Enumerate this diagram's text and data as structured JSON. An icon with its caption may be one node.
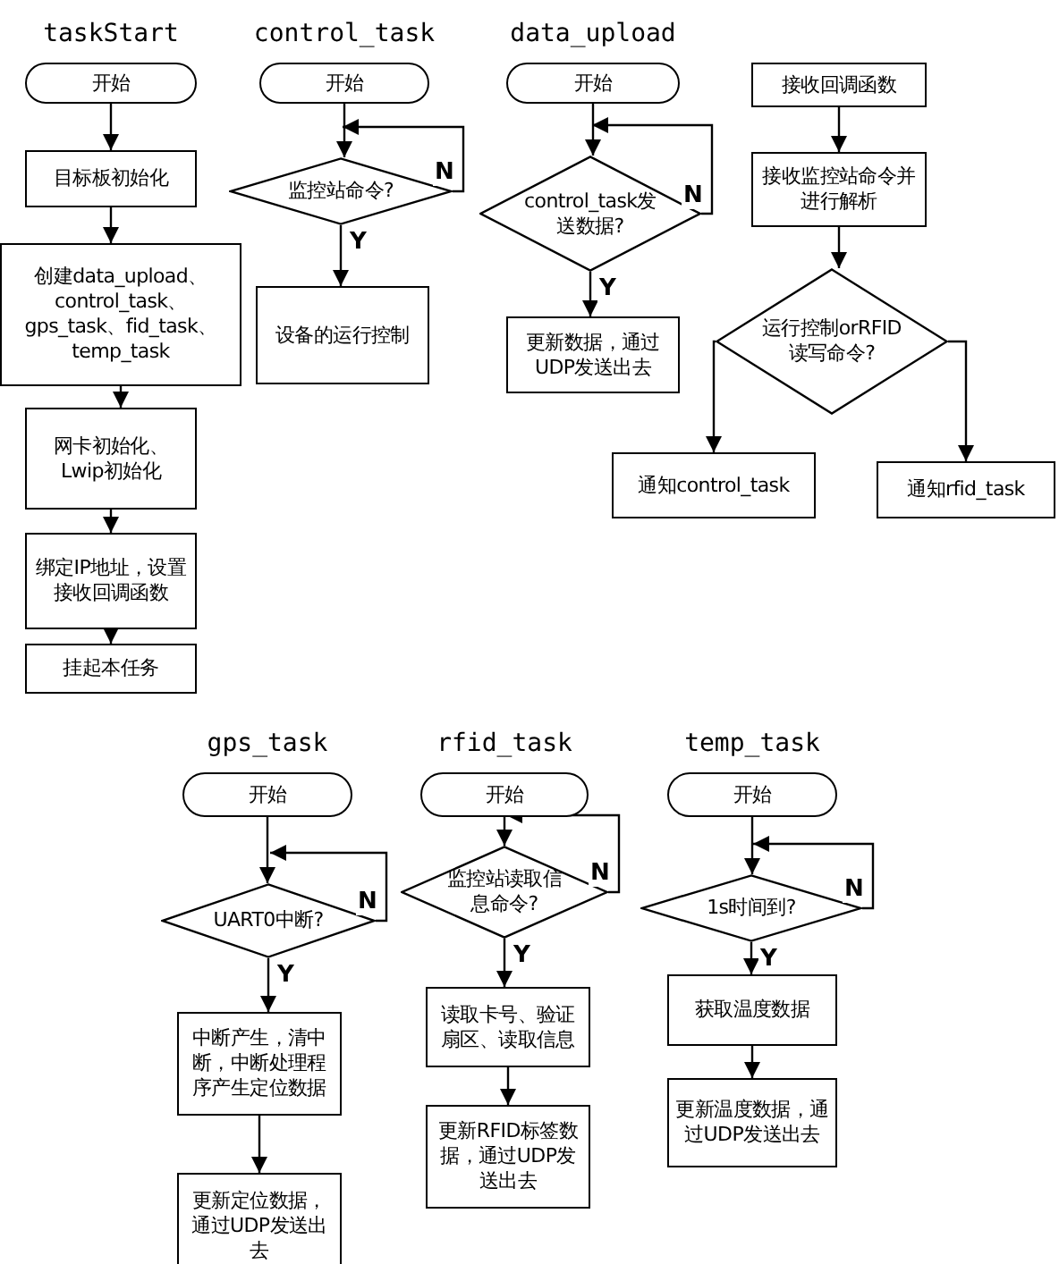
{
  "diagram": {
    "nodes": [
      {
        "text": [
          "开始"
        ],
        "beside": [
          "taskStart"
        ]
      },
      {
        "text": [
          "目标板初始化"
        ]
      },
      {
        "text": [
          "创建data_upload、control_task、gps_task、fid_task、temp_task"
        ]
      },
      {
        "text": [
          "网卡初始化、Lwip初始化"
        ]
      },
      {
        "text": [
          "绑定IP地址，设置接收回调函数"
        ]
      },
      {
        "text": [
          "挂起本任务"
        ]
      },
      {
        "text": [
          "开始"
        ],
        "beside": [
          "control_task"
        ]
      },
      {
        "text": [
          "监控站命令?"
        ]
      },
      {
        "text": [
          "设备的运行控制"
        ]
      },
      {
        "text": [
          "开始"
        ],
        "beside": [
          "data_upload"
        ]
      },
      {
        "text": [
          "control_task发送数据?"
        ]
      },
      {
        "text": [
          "更新数据，通过UDP发送出去"
        ]
      },
      {
        "text": [
          "接收回调函数"
        ]
      },
      {
        "text": [
          "接收监控站命令并进行解析"
        ]
      },
      {
        "text": [
          "运行控制orRFID读写命令?"
        ]
      },
      {
        "text": [
          "通知control_task"
        ]
      },
      {
        "text": [
          "通知rfid_task"
        ]
      },
      {
        "text": [
          "开始"
        ],
        "beside": [
          "gps_task"
        ]
      },
      {
        "text": [
          "UART0中断?"
        ]
      },
      {
        "text": [
          "中断产生，清中断，中断处理程序产生定位数据"
        ]
      },
      {
        "text": [
          "更新定位数据，通过UDP发送出去"
        ]
      },
      {
        "text": [
          "开始"
        ],
        "beside": [
          "rfid_task"
        ]
      },
      {
        "text": [
          "监控站读取信息命令?"
        ]
      },
      {
        "text": [
          "读取卡号、验证扇区、读取信息"
        ]
      },
      {
        "text": [
          "更新RFID标签数据，通过UDP发送出去"
        ]
      },
      {
        "text": [
          "开始"
        ],
        "beside": [
          "temp_task"
        ]
      },
      {
        "text": [
          "1s时间到?"
        ]
      },
      {
        "text": [
          "获取温度数据"
        ]
      },
      {
        "text": [
          "更新温度数据，通过UDP发送出去"
        ]
      }
    ],
    "edges": [
      {
        "from": 0,
        "to": 1,
        "arrow": "to"
      },
      {
        "from": 1,
        "to": 2,
        "arrow": "to"
      },
      {
        "from": 2,
        "to": 3,
        "arrow": "to"
      },
      {
        "from": 3,
        "to": 4,
        "arrow": "to"
      },
      {
        "from": 4,
        "to": 5,
        "arrow": "to"
      },
      {
        "from": 6,
        "to": 7,
        "arrow": "to"
      },
      {
        "from": 7,
        "to": 8,
        "arrow": "to",
        "label": "Y"
      },
      {
        "from": 7,
        "to": 7,
        "arrow": "to",
        "label": "N"
      },
      {
        "from": 9,
        "to": 10,
        "arrow": "to"
      },
      {
        "from": 10,
        "to": 11,
        "arrow": "to",
        "label": "Y"
      },
      {
        "from": 10,
        "to": 10,
        "arrow": "to",
        "label": "N"
      },
      {
        "from": 12,
        "to": 13,
        "arrow": "to"
      },
      {
        "from": 13,
        "to": 14,
        "arrow": "to"
      },
      {
        "from": 14,
        "to": 15,
        "arrow": "to"
      },
      {
        "from": 14,
        "to": 16,
        "arrow": "to"
      },
      {
        "from": 17,
        "to": 18,
        "arrow": "to"
      },
      {
        "from": 18,
        "to": 19,
        "arrow": "to",
        "label": "Y"
      },
      {
        "from": 18,
        "to": 18,
        "arrow": "to",
        "label": "N"
      },
      {
        "from": 19,
        "to": 20,
        "arrow": "to"
      },
      {
        "from": 21,
        "to": 22,
        "arrow": "to"
      },
      {
        "from": 22,
        "to": 23,
        "arrow": "to",
        "label": "Y"
      },
      {
        "from": 22,
        "to": 22,
        "arrow": "to",
        "label": "N"
      },
      {
        "from": 23,
        "to": 24,
        "arrow": "to"
      },
      {
        "from": 25,
        "to": 26,
        "arrow": "to"
      },
      {
        "from": 26,
        "to": 27,
        "arrow": "to",
        "label": "Y"
      },
      {
        "from": 26,
        "to": 26,
        "arrow": "to",
        "label": "N"
      },
      {
        "from": 27,
        "to": 28,
        "arrow": "to"
      }
    ]
  }
}
